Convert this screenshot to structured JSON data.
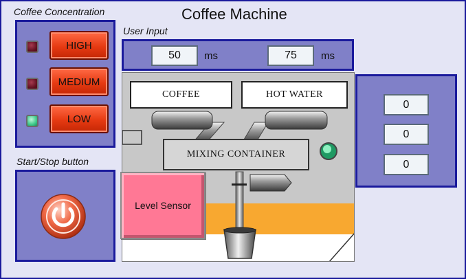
{
  "header": {
    "title": "Coffee Machine"
  },
  "concentration": {
    "label": "Coffee Concentration",
    "options": [
      {
        "label": "HIGH",
        "active": false
      },
      {
        "label": "MEDIUM",
        "active": false
      },
      {
        "label": "LOW",
        "active": true
      }
    ]
  },
  "user_input": {
    "label": "User Input",
    "coffee_time": {
      "value": "50",
      "unit": "ms"
    },
    "water_time": {
      "value": "75",
      "unit": "ms"
    }
  },
  "start_stop": {
    "label": "Start/Stop button",
    "icon": "power-icon"
  },
  "process": {
    "coffee_label": "COFFEE",
    "hot_water_label": "HOT  WATER",
    "mixing_label": "MIXING  CONTAINER",
    "level_sensor_label": "Level Sensor"
  },
  "outputs": {
    "values": [
      "0",
      "0",
      "0"
    ]
  },
  "colors": {
    "panel": "#8080c8",
    "border": "#1a1a9c",
    "button": "#e63a12",
    "liquid": "#f8a830",
    "led_on": "#3fcb8c"
  }
}
